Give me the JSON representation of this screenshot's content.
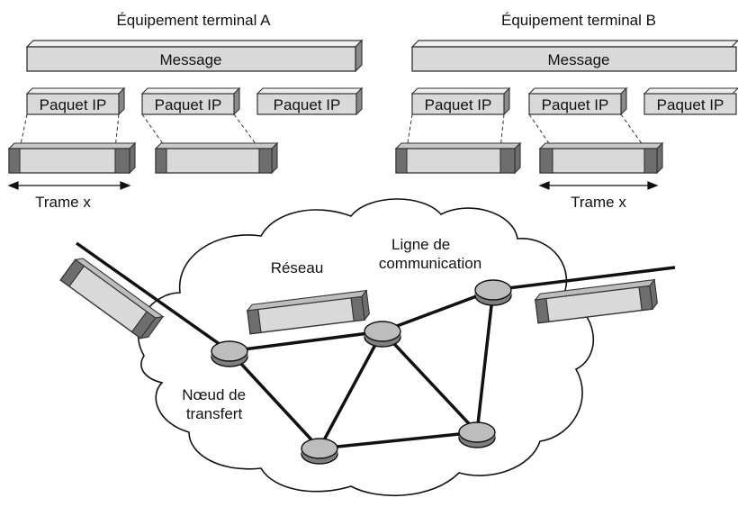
{
  "terminals": [
    {
      "title": "Équipement terminal A",
      "message": "Message",
      "packets": [
        "Paquet IP",
        "Paquet IP",
        "Paquet IP"
      ],
      "frame_label": "Trame x"
    },
    {
      "title": "Équipement terminal B",
      "message": "Message",
      "packets": [
        "Paquet IP",
        "Paquet IP",
        "Paquet IP"
      ],
      "frame_label": "Trame x"
    }
  ],
  "network": {
    "cloud_label": "Réseau",
    "line_label": "Ligne de\ncommunication",
    "node_label": "Nœud de\ntransfert"
  },
  "colors": {
    "box_fill": "#d9d9d9",
    "box_stroke": "#333333",
    "frame_end": "#6e6e6e",
    "node_top": "#bdbdbd",
    "node_side": "#7f7f7f",
    "line": "#111111"
  }
}
